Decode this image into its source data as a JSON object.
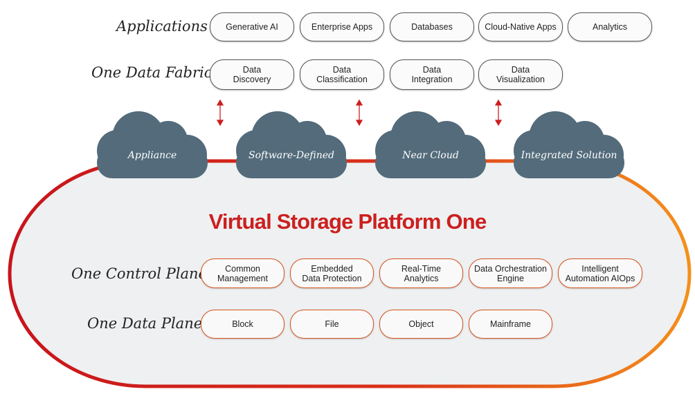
{
  "applications": {
    "label": "Applications",
    "items": [
      "Generative AI",
      "Enterprise Apps",
      "Databases",
      "Cloud-Native Apps",
      "Analytics"
    ]
  },
  "data_fabric": {
    "label": "One Data Fabric",
    "items": [
      "Data\nDiscovery",
      "Data\nClassification",
      "Data\nIntegration",
      "Data\nVisualization"
    ]
  },
  "clouds": [
    "Appliance",
    "Software-Defined",
    "Near Cloud",
    "Integrated Solution"
  ],
  "platform": {
    "title": "Virtual Storage Platform One"
  },
  "control_plane": {
    "label": "One Control Plane",
    "items": [
      "Common\nManagement",
      "Embedded\nData Protection",
      "Real-Time\nAnalytics",
      "Data Orchestration\nEngine",
      "Intelligent\nAutomation AIOps"
    ]
  },
  "data_plane": {
    "label": "One Data Plane",
    "items": [
      "Block",
      "File",
      "Object",
      "Mainframe"
    ]
  },
  "colors": {
    "cloud": "#536b7b",
    "accent_red": "#cc1f1f",
    "accent_orange": "#f08a1c",
    "platform_bg": "#eef0f1"
  }
}
